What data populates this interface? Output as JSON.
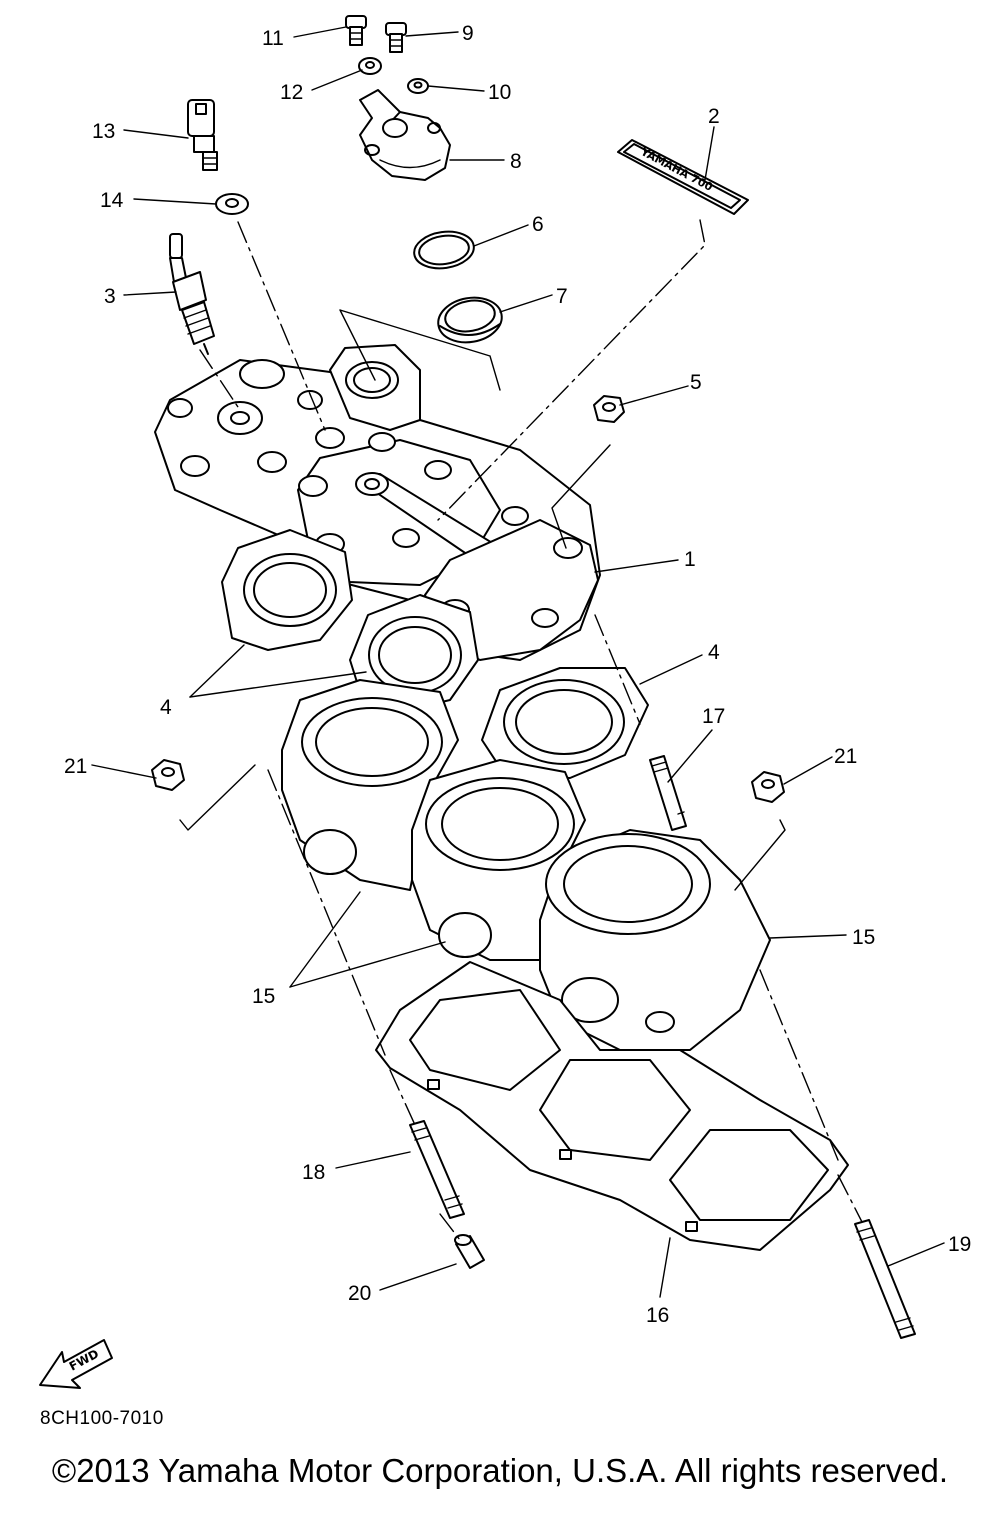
{
  "callouts": [
    {
      "label": "11"
    },
    {
      "label": "9"
    },
    {
      "label": "12"
    },
    {
      "label": "10"
    },
    {
      "label": "13"
    },
    {
      "label": "8"
    },
    {
      "label": "2"
    },
    {
      "label": "14"
    },
    {
      "label": "6"
    },
    {
      "label": "3"
    },
    {
      "label": "7"
    },
    {
      "label": "5"
    },
    {
      "label": "1"
    },
    {
      "label": "4"
    },
    {
      "label": "4"
    },
    {
      "label": "17"
    },
    {
      "label": "21"
    },
    {
      "label": "21"
    },
    {
      "label": "15"
    },
    {
      "label": "15"
    },
    {
      "label": "18"
    },
    {
      "label": "19"
    },
    {
      "label": "20"
    },
    {
      "label": "16"
    }
  ],
  "decal_text": "YAMAHA 700",
  "fwd_arrow_text": "FWD",
  "diagram_code": "8CH100-7010",
  "copyright": "©2013 Yamaha Motor Corporation, U.S.A. All rights reserved."
}
